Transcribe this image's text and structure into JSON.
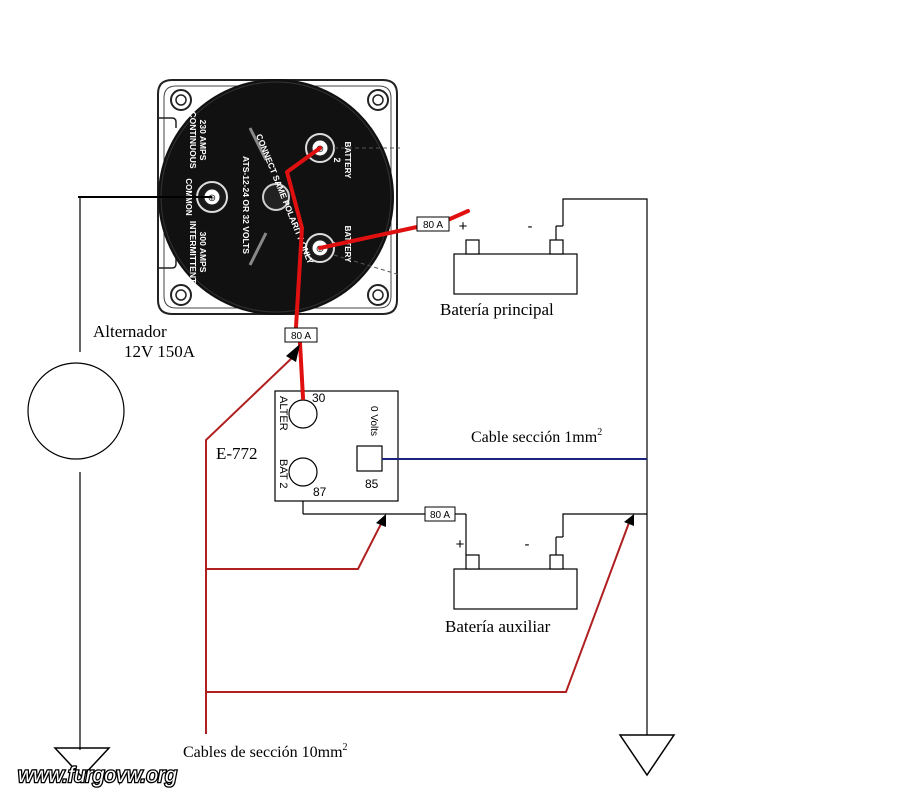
{
  "labels": {
    "alternator_name": "Alternador",
    "alternator_spec": "12V 150A",
    "main_battery": "Batería principal",
    "aux_battery": "Batería auxiliar",
    "relay_model": "E-772",
    "signal_cable_text": "Cable sección 1mm",
    "signal_cable_sup": "2",
    "power_cables_text": "Cables de sección 10mm",
    "power_cables_sup": "2",
    "watermark": "www.furgovw.org"
  },
  "fuses": {
    "main": "80 A",
    "relay": "80 A",
    "aux": "80 A"
  },
  "battery_terminals": {
    "main_plus": "+",
    "main_minus": "-",
    "aux_plus": "+",
    "aux_minus": "-"
  },
  "relay_terminals": {
    "t30": "30",
    "t87": "87",
    "t85": "85",
    "alter": "ALTER",
    "bat2": "BAT 2",
    "volts": "0 Volts"
  },
  "switch_face": {
    "rating_continuous_1": "230 AMPS",
    "rating_continuous_2": "CONTINUOUS",
    "rating_intermittent_1": "300 AMPS",
    "rating_intermittent_2": "INTERMITTENT",
    "voltage": "ATS-12-24 OR 32 VOLTS",
    "common": "COMMON",
    "connect_note": "CONNECT SAME POLARITY ONLY",
    "battery2_word": "BATTERY",
    "battery2_num": "2",
    "battery1_word": "BATTERY",
    "battery1_num": "1"
  },
  "colors": {
    "wire_black": "#000000",
    "wire_red_power": "#e01010",
    "wire_red_cable": "#b02020",
    "wire_blue_signal": "#1a237e"
  }
}
